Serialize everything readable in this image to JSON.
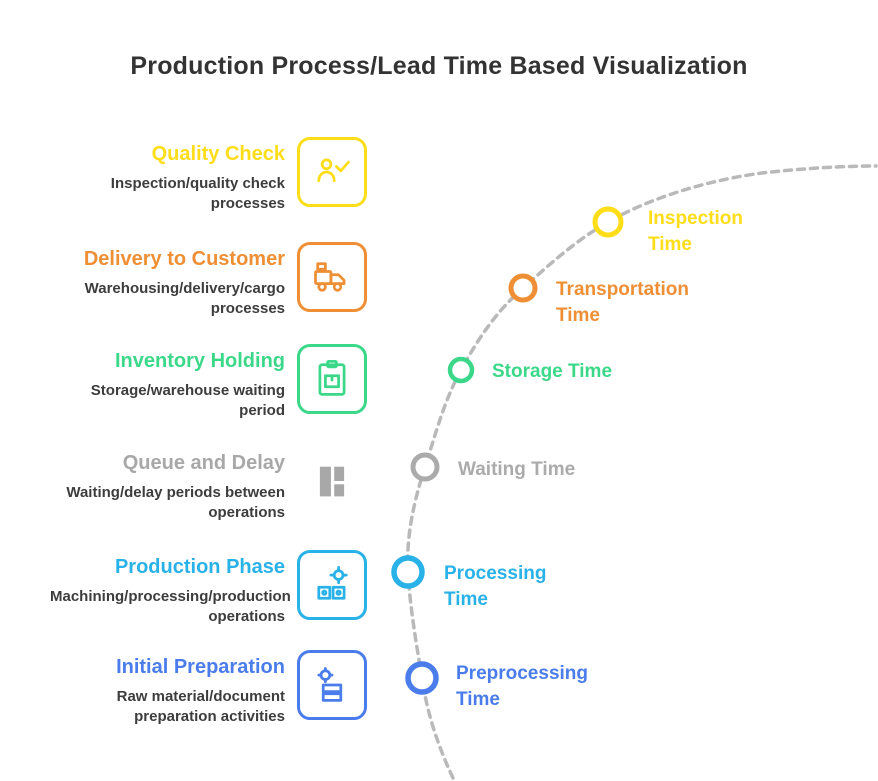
{
  "title": "Production Process/Lead Time Based Visualization",
  "curve_color": "#b9b9b9",
  "stages": [
    {
      "name": "Quality Check",
      "description": "Inspection/quality check processes",
      "color": "#ffdd19",
      "icon": "person-check-icon",
      "time_label": {
        "line1": "Inspection",
        "line2": "Time"
      }
    },
    {
      "name": "Delivery to Customer",
      "description": "Warehousing/delivery/cargo processes",
      "color": "#ef8f35",
      "icon": "delivery-truck-icon",
      "time_label": {
        "line1": "Transportation",
        "line2": "Time"
      }
    },
    {
      "name": "Inventory Holding",
      "description": "Storage/warehouse waiting period",
      "color": "#3bd88a",
      "icon": "inventory-clipboard-icon",
      "time_label": {
        "line1": "Storage Time",
        "line2": ""
      }
    },
    {
      "name": "Queue and Delay",
      "description": "Waiting/delay periods between operations",
      "color": "#a8a8a8",
      "icon": "stacked-documents-icon",
      "time_label": {
        "line1": "Waiting Time",
        "line2": ""
      }
    },
    {
      "name": "Production Phase",
      "description": "Machining/processing/production operations",
      "color": "#29b2e8",
      "icon": "machinery-gear-icon",
      "time_label": {
        "line1": "Processing",
        "line2": "Time"
      }
    },
    {
      "name": "Initial Preparation",
      "description": "Raw material/document preparation activities",
      "color": "#4a7deb",
      "icon": "document-setup-icon",
      "time_label": {
        "line1": "Preprocessing",
        "line2": "Time"
      }
    }
  ]
}
